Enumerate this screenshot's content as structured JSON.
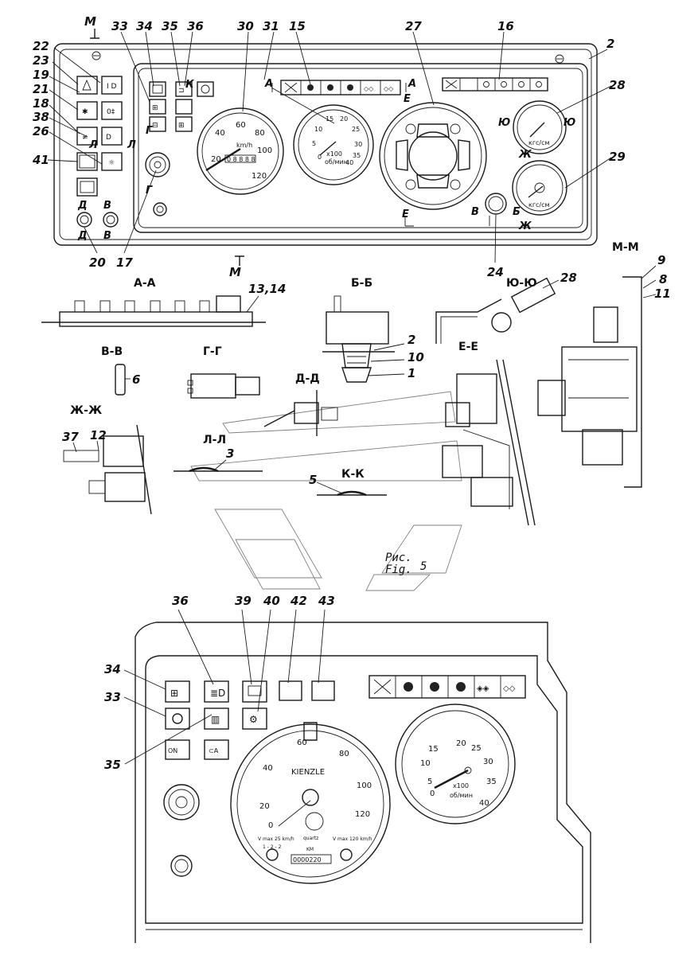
{
  "callouts_top": {
    "m_top": "М",
    "c33": "33",
    "c34": "34",
    "c35": "35",
    "c36": "36",
    "c30": "30",
    "c31": "31",
    "c15": "15",
    "c27": "27",
    "c16": "16",
    "c2": "2",
    "c22": "22",
    "c23": "23",
    "c19": "19",
    "c21": "21",
    "c18": "18",
    "c38": "38",
    "c26": "26",
    "c41": "41",
    "c28": "28",
    "c29": "29",
    "c20": "20",
    "c17": "17",
    "c24": "24",
    "m_bottom": "М"
  },
  "letters_top": {
    "k": "К",
    "a_left": "А",
    "a_right": "А",
    "e_top": "Е",
    "e_bottom": "Е",
    "g_top": "Г",
    "g_bottom": "Г",
    "l_left": "Л",
    "l_right": "Л",
    "yu_left": "Ю",
    "yu_right": "Ю",
    "zh_top": "Ж",
    "zh_bottom": "Ж",
    "b_left": "Б",
    "v_left": "В",
    "d1": "Д",
    "d2": "Д",
    "v1": "В",
    "v2": "В"
  },
  "section_titles": {
    "aa": "А-А",
    "bb": "Б-Б",
    "yuyu": "Ю-Ю",
    "mm": "М-М",
    "vv": "В-В",
    "gg": "Г-Г",
    "ee": "Е-Е",
    "dd": "Д-Д",
    "zhzh": "Ж-Ж",
    "ll": "Л-Л",
    "kk": "К-К"
  },
  "section_callouts": {
    "c13_14": "13,14",
    "c9": "9",
    "c8": "8",
    "c11": "11",
    "c28b": "28",
    "c2b": "2",
    "c10": "10",
    "c1": "1",
    "c6": "6",
    "c37": "37",
    "c12": "12",
    "c3": "3",
    "c5": "5"
  },
  "figure_label": {
    "line1": "Рис.",
    "line2": "Fig.",
    "num": "5"
  },
  "callouts_bottom": {
    "c36": "36",
    "c39": "39",
    "c40": "40",
    "c42": "42",
    "c43": "43",
    "c34": "34",
    "c33": "33",
    "c35": "35"
  },
  "speedometer_top": {
    "ticks": [
      "20",
      "40",
      "60",
      "80",
      "100",
      "120"
    ],
    "units": "km/h",
    "odometer": "0 8 8 8 8",
    "lower": "km/h 120"
  },
  "tachometer_top": {
    "ticks": [
      "0",
      "5",
      "10",
      "15",
      "20",
      "25",
      "30",
      "35",
      "40"
    ],
    "mult": "x100",
    "units": "об/мин"
  },
  "speedometer_bottom": {
    "brand": "KIENZLE",
    "ticks": [
      "0",
      "20",
      "40",
      "60",
      "80",
      "100",
      "120"
    ],
    "left_note": "V max 25 km/h",
    "center_note": "quartz",
    "right_note": "V max 120 km/h",
    "switch_label": "1 - 2 - 2",
    "km_label": "KM",
    "odometer": "0000220"
  },
  "tachometer_bottom": {
    "ticks": [
      "0",
      "5",
      "10",
      "15",
      "20",
      "25",
      "30",
      "35",
      "40"
    ],
    "mult": "x100",
    "units": "об/мин"
  },
  "pressure_gauges": {
    "g28_units": "кгс/см",
    "g29_units": "кгс/см"
  }
}
